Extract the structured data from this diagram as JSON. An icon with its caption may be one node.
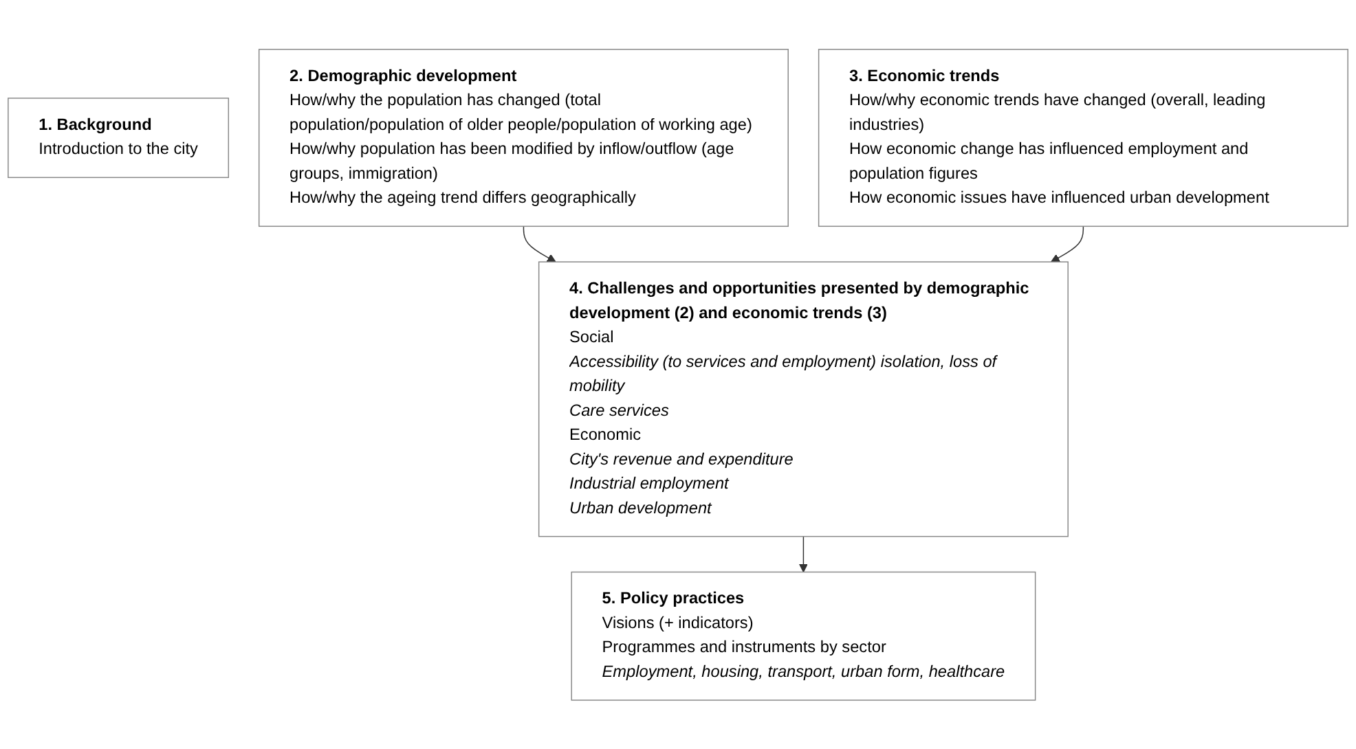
{
  "diagram": {
    "nodes": [
      {
        "text": [
          "1. Background",
          "Introduction to the city"
        ]
      },
      {
        "text": [
          "2. Demographic development",
          "How/why the population has changed (total population/population of older people/population of working age)",
          "How/why population has been modified by inflow/outflow (age groups, immigration)",
          "How/why the ageing trend differs geographically"
        ]
      },
      {
        "text": [
          "3. Economic trends",
          "How/why economic trends have changed (overall, leading industries)",
          "How economic change has influenced employment and population figures",
          "How economic issues have influenced urban development"
        ]
      },
      {
        "text": [
          "4. Challenges and opportunities presented by demographic development (2) and economic trends (3)",
          "Social",
          "Accessibility (to services and employment) isolation, loss of mobility",
          "Care services",
          "Economic",
          "City's revenue and expenditure",
          "Industrial employment",
          "Urban development"
        ]
      },
      {
        "text": [
          "5. Policy practices",
          "Visions (+ indicators)",
          "Programmes and instruments by sector",
          "Employment, housing, transport, urban form, healthcare"
        ]
      }
    ],
    "edges": [
      {
        "from": 1,
        "to": 3,
        "arrow": "to"
      },
      {
        "from": 2,
        "to": 3,
        "arrow": "to"
      },
      {
        "from": 3,
        "to": 4,
        "arrow": "to"
      }
    ]
  }
}
